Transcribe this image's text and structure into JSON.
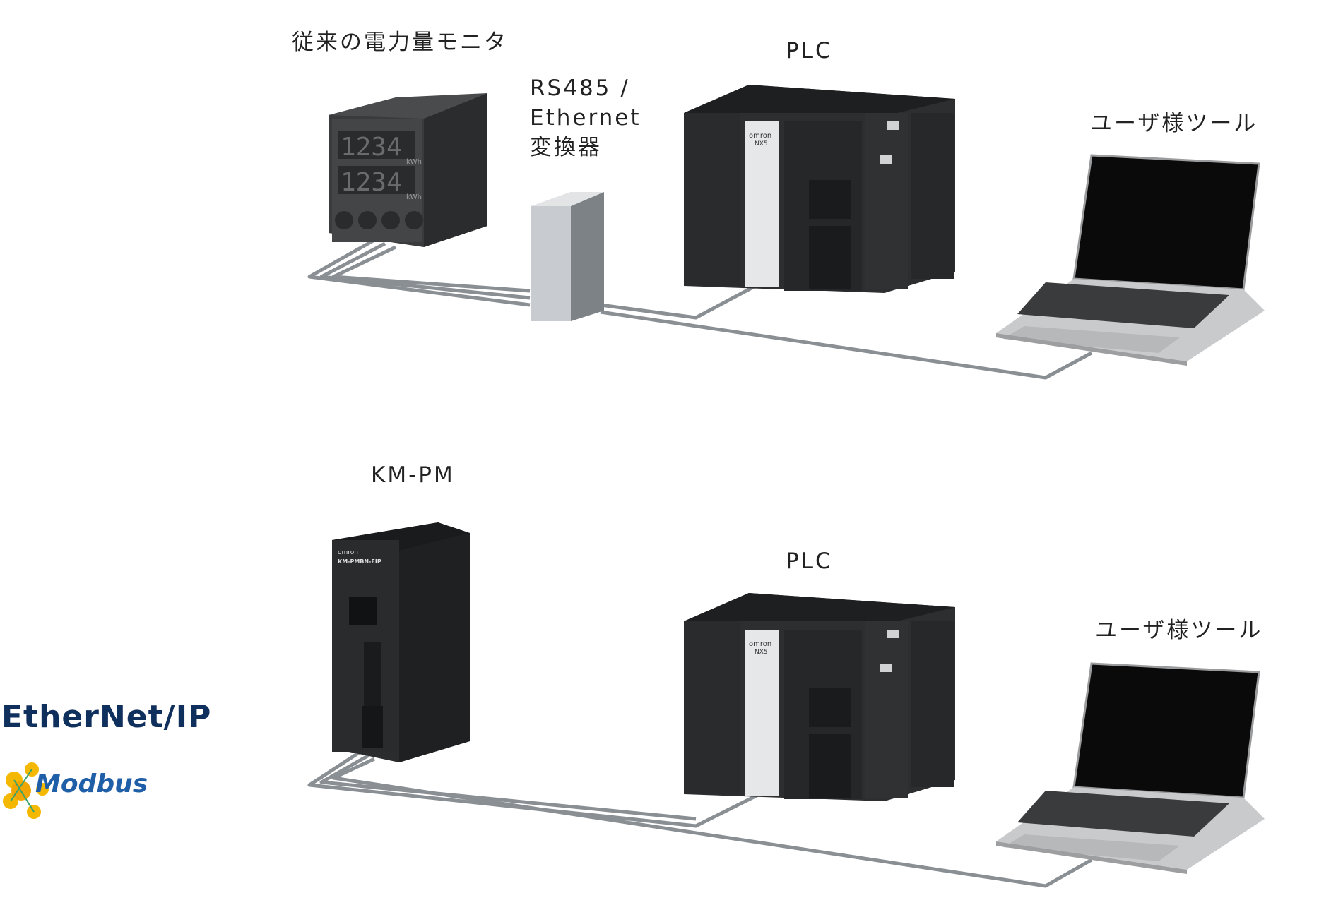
{
  "top": {
    "legacy_meter_label": "従来の電力量モニタ",
    "converter_label": "RS485 /\nEthernet\n変換器",
    "plc_label": "PLC",
    "user_tool_label": "ユーザ様ツール",
    "meter_display": [
      "1234",
      "1234"
    ],
    "meter_unit": "kWh"
  },
  "bottom": {
    "kmpm_label": "KM-PM",
    "plc_label": "PLC",
    "user_tool_label": "ユーザ様ツール",
    "kmpm_model": "KM-PMBN-EIP",
    "kmpm_brand": "omron"
  },
  "logos": {
    "ethernet_ip": "EtherNet/IP",
    "modbus": "Modbus"
  },
  "plc": {
    "brand": "omron",
    "model": "NX5"
  },
  "colors": {
    "cable": "#8a8f94",
    "device_dark": "#2a2b2d",
    "converter": "#c8cbcf",
    "laptop_body": "#c9cacc"
  }
}
